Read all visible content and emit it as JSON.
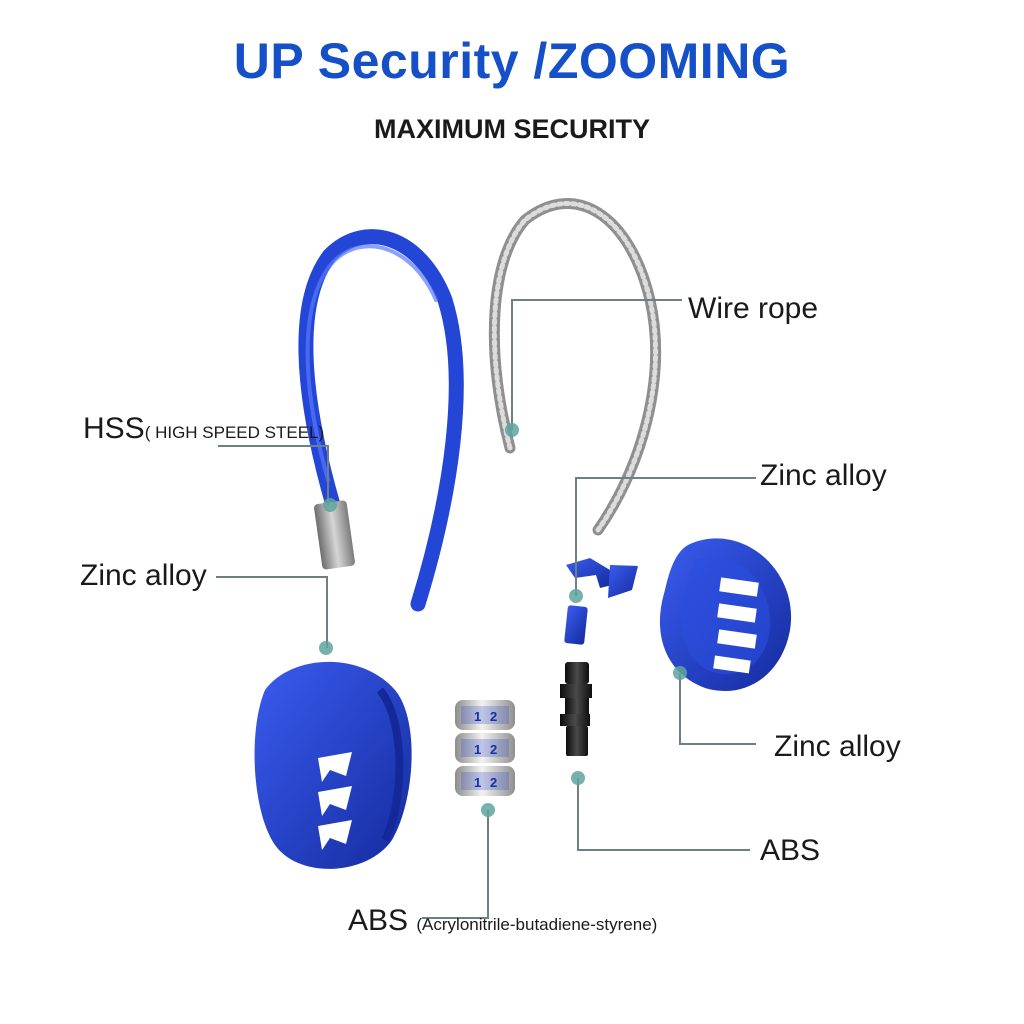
{
  "header": {
    "title": "UP Security /ZOOMING",
    "subtitle": "MAXIMUM SECURITY"
  },
  "labels": {
    "hss": {
      "main": "HSS",
      "note": "( HIGH SPEED STEEL)"
    },
    "wire_rope": "Wire rope",
    "zinc_alloy_left": "Zinc alloy",
    "zinc_alloy_top_right": "Zinc alloy",
    "zinc_alloy_right": "Zinc alloy",
    "abs_right": "ABS",
    "abs_bottom": {
      "main": "ABS",
      "note": "(Acrylonitrile-butadiene-styrene)"
    }
  },
  "dial_digits": [
    "1",
    "2"
  ],
  "colors": {
    "title": "#1550c8",
    "part_blue": "#1e3fd0",
    "part_blue_dark": "#14289a",
    "wire_gray": "#9a9a9a",
    "leader": "#6e7f86",
    "dot": "#5fa39c",
    "cylinder_black": "#1b1b1b"
  }
}
